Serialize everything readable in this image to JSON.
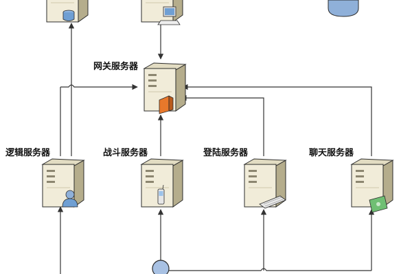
{
  "nodes": {
    "gateway": {
      "label": "网关服务器"
    },
    "logic": {
      "label": "逻辑服务器"
    },
    "battle": {
      "label": "战斗服务器"
    },
    "login": {
      "label": "登陆服务器"
    },
    "chat": {
      "label": "聊天服务器"
    }
  },
  "colors": {
    "line": "#333333",
    "server_body": "#f1ecd9",
    "server_side": "#b5ad8c",
    "server_top": "#e2dcc2",
    "outline": "#2b2b2b",
    "gateway_accent": "#e8782b",
    "database": "#6f9fd3",
    "user_blue": "#8fb0d9",
    "client_node": "#a8c1e3",
    "money_green": "#6fbf73"
  },
  "icons": {
    "top_left_server": "database-icon",
    "top_middle_server": "computer-icon",
    "top_right": "user-head-icon",
    "gateway": "firewall-icon",
    "logic": "user-icon",
    "battle": "mobile-phone-icon",
    "login": "keyboard-icon",
    "chat": "money-icon",
    "bottom": "client-node-icon"
  }
}
